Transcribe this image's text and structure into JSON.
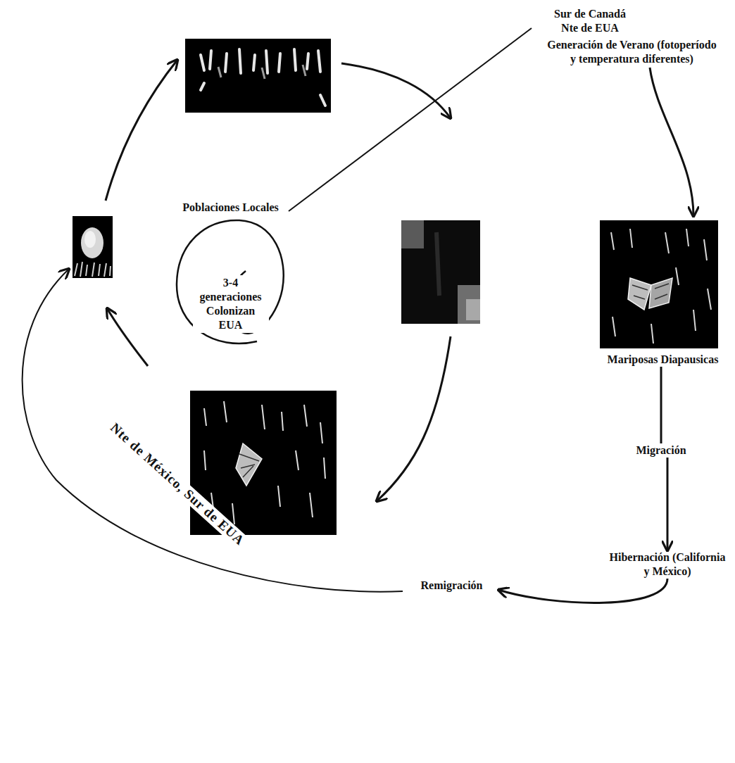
{
  "diagram": {
    "nodes": [
      {
        "text": [
          "Poblaciones Locales",
          "3-4 generaciones Colonizan EUA"
        ]
      },
      {
        "text": [
          "Sur de Canadá Nte de EUA",
          "Generación de Verano (fotoperíodo y temperatura diferentes)"
        ]
      },
      {
        "text": [
          "Mariposas Diapausicas"
        ]
      },
      {
        "text": [
          "Migración"
        ]
      },
      {
        "text": [
          "Hibernación (California y México)"
        ]
      },
      {
        "text": [
          "Remigración"
        ]
      }
    ],
    "edges": [
      {
        "from": 0,
        "to": 1,
        "arrow": "none"
      },
      {
        "from": 1,
        "to": 2,
        "arrow": "to"
      },
      {
        "from": 2,
        "to": 3,
        "arrow": "none"
      },
      {
        "from": 3,
        "to": 4,
        "arrow": "to"
      },
      {
        "from": 4,
        "to": 5,
        "arrow": "to"
      }
    ],
    "labels": [
      "Nte de México, Sur de EUA"
    ]
  }
}
